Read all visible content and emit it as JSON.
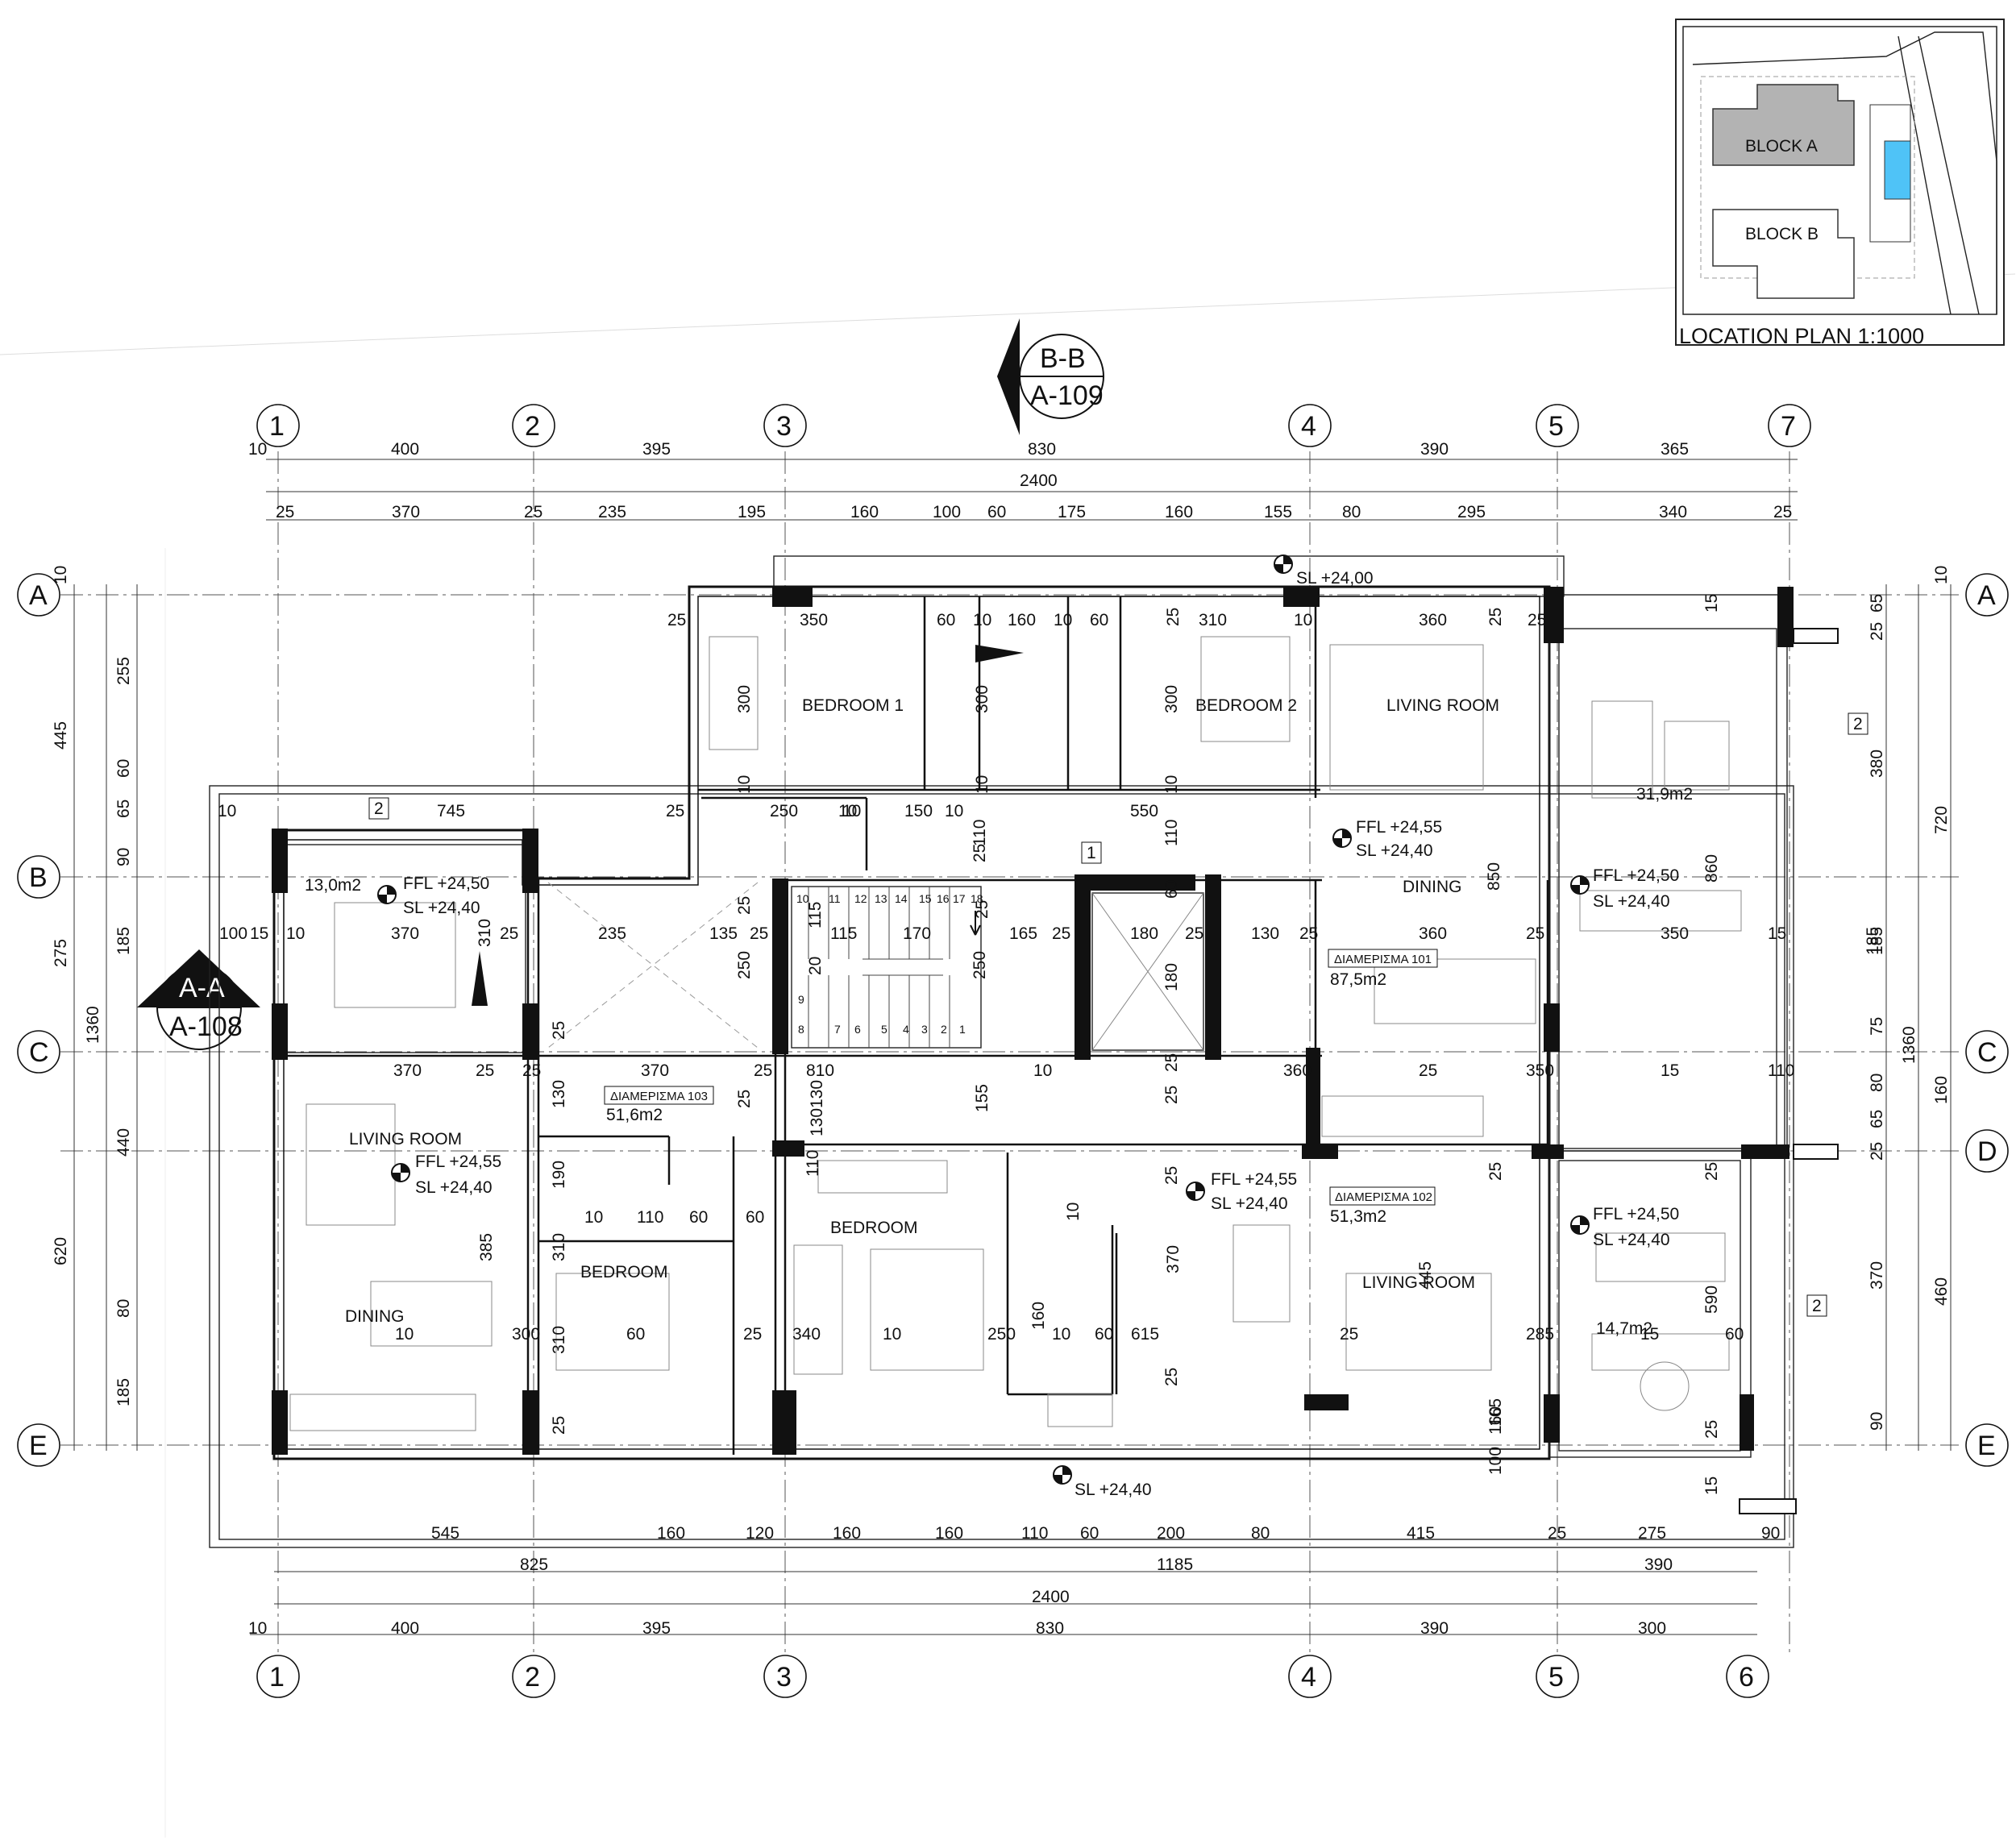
{
  "location_plan": {
    "title": "LOCATION PLAN 1:1000",
    "block_a": "BLOCK A",
    "block_b": "BLOCK B",
    "colors": {
      "block_a_fill": "#b3b3b3",
      "pool": "#4fc3f7"
    }
  },
  "sections": [
    {
      "id": "B-B",
      "ref": "A-109"
    },
    {
      "id": "A-A",
      "ref": "A-108"
    }
  ],
  "grid": {
    "top_axes": [
      "1",
      "2",
      "3",
      "4",
      "5",
      "7"
    ],
    "bottom_axes": [
      "1",
      "2",
      "3",
      "4",
      "5",
      "6"
    ],
    "rows": [
      "A",
      "B",
      "C",
      "D",
      "E"
    ]
  },
  "dims": {
    "top_row1": [
      "10",
      "400",
      "395",
      "830",
      "390",
      "365"
    ],
    "top_total": "2400",
    "top_row3": [
      "25",
      "370",
      "25",
      "235",
      "195",
      "160",
      "100",
      "60",
      "175",
      "160",
      "155",
      "80",
      "295",
      "340",
      "25"
    ],
    "bottom_row1": [
      "545",
      "160",
      "120",
      "160",
      "160",
      "110",
      "60",
      "200",
      "80",
      "415",
      "25",
      "275",
      "90"
    ],
    "bottom_row2": [
      "825",
      "1185",
      "390"
    ],
    "bottom_total": "2400",
    "bottom_row4": [
      "10",
      "400",
      "395",
      "830",
      "390",
      "300"
    ],
    "left_outer": [
      "445",
      "275",
      "620"
    ],
    "left_total": "1360",
    "left_inner": [
      "255",
      "60",
      "65",
      "90",
      "185",
      "440",
      "80",
      "185"
    ],
    "left_top": "10",
    "right_outer": [
      "720",
      "160",
      "460"
    ],
    "right_total": "1360",
    "right_inner": [
      "25",
      "65",
      "380",
      "185",
      "75",
      "80",
      "25",
      "65",
      "370",
      "90"
    ],
    "right_top": "10",
    "interior": [
      "25",
      "350",
      "60",
      "10",
      "160",
      "10",
      "60",
      "25",
      "310",
      "10",
      "360",
      "25",
      "25",
      "300",
      "300",
      "300",
      "10",
      "10",
      "10",
      "10",
      "250",
      "10",
      "150",
      "10",
      "550",
      "110",
      "110",
      "25",
      "10",
      "745",
      "25",
      "13,0m2",
      "100",
      "15",
      "10",
      "370",
      "25",
      "310",
      "235",
      "135",
      "25",
      "115",
      "170",
      "165",
      "25",
      "180",
      "25",
      "130",
      "25",
      "360",
      "25",
      "350",
      "15",
      "250",
      "250",
      "20",
      "115",
      "60",
      "180",
      "850",
      "860",
      "185",
      "15",
      "25",
      "25",
      "25",
      "370",
      "25",
      "25",
      "370",
      "25",
      "810",
      "10",
      "25",
      "360",
      "25",
      "350",
      "15",
      "110",
      "130",
      "25",
      "130",
      "130",
      "155",
      "25",
      "25",
      "25",
      "25",
      "160",
      "190",
      "10",
      "110",
      "60",
      "60",
      "110",
      "10",
      "310",
      "370",
      "445",
      "590",
      "385",
      "10",
      "300",
      "310",
      "60",
      "25",
      "340",
      "10",
      "250",
      "160",
      "10",
      "60",
      "615",
      "25",
      "285",
      "15",
      "60",
      "25",
      "25",
      "165",
      "100",
      "15",
      "25"
    ],
    "stair": [
      "10",
      "11",
      "12",
      "13",
      "14",
      "15",
      "16",
      "17",
      "18",
      "9",
      "8",
      "7",
      "6",
      "5",
      "4",
      "3",
      "2",
      "1"
    ],
    "tags": [
      "2",
      "1",
      "2",
      "2"
    ]
  },
  "rooms": {
    "bedroom1": "BEDROOM 1",
    "bedroom2": "BEDROOM 2",
    "living_101": "LIVING ROOM",
    "dining_101": "DINING",
    "apt101": "ΔΙΑΜΕΡΙΣΜΑ 101",
    "apt101_area": "87,5m2",
    "terrace_101_area": "31,9m2",
    "living_103": "LIVING ROOM",
    "dining_103": "DINING",
    "apt103": "ΔΙΑΜΕΡΙΣΜΑ 103",
    "apt103_area": "51,6m2",
    "bedroom_103": "BEDROOM",
    "bedroom_102": "BEDROOM",
    "apt102": "ΔΙΑΜΕΡΙΣΜΑ 102",
    "apt102_area": "51,3m2",
    "living_102": "LIVING ROOM",
    "terrace_102_area": "14,7m2"
  },
  "levels": {
    "sl_top": "SL  +24,00",
    "sl_bottom": "SL  +24,40",
    "ffl_2455": "FFL +24,55",
    "ffl_2450": "FFL +24,50",
    "sl_2440": "SL   +24,40"
  }
}
